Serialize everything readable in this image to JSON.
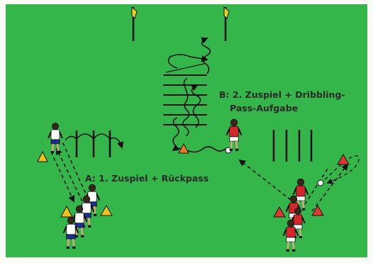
{
  "colors": {
    "pitch": "#35b64a",
    "frame": "#fbfbf6",
    "arrow": "#111111",
    "team_a_shirt": "#ffffff",
    "team_a_shorts": "#1b2f8f",
    "team_b_shirt": "#d6262a",
    "cone_yellow": "#f2c21a",
    "cone_red": "#e0392f",
    "cone_orange": "#ee7c1a",
    "flag_yellow": "#f0d21b"
  },
  "labels": {
    "station_a": "A: 1. Zuspiel + Rückpass",
    "station_b_line1": "B: 2. Zuspiel + Dribbling-",
    "station_b_line2": "Pass-Aufgabe"
  },
  "icons": [
    "corner-flag-icon",
    "cone-icon",
    "hurdle-icon",
    "player-icon",
    "ball-icon"
  ]
}
